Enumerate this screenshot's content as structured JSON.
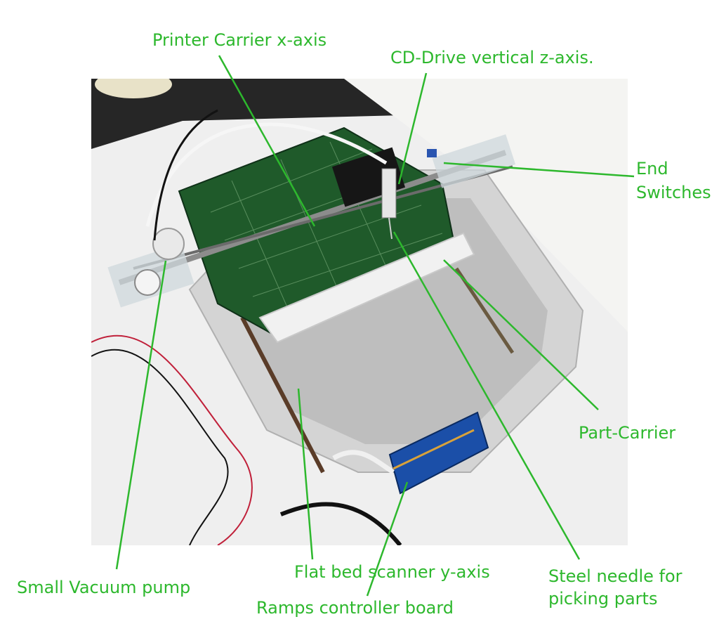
{
  "labels": {
    "printer_carrier": "Printer Carrier x-axis",
    "cd_drive": "CD-Drive vertical z-axis.",
    "end_switches_line1": "End",
    "end_switches_line2": "Switches",
    "part_carrier": "Part-Carrier",
    "vacuum_pump": "Small Vacuum pump",
    "flatbed": "Flat bed scanner y-axis",
    "steel_needle_line1": "Steel needle for",
    "steel_needle_line2": "picking parts",
    "ramps": "Ramps controller board"
  },
  "colors": {
    "label_green": "#2db82d",
    "pcb_green": "#1f5a2a",
    "scanner_body": "#d8d8d8",
    "tabletop": "#efefef"
  }
}
